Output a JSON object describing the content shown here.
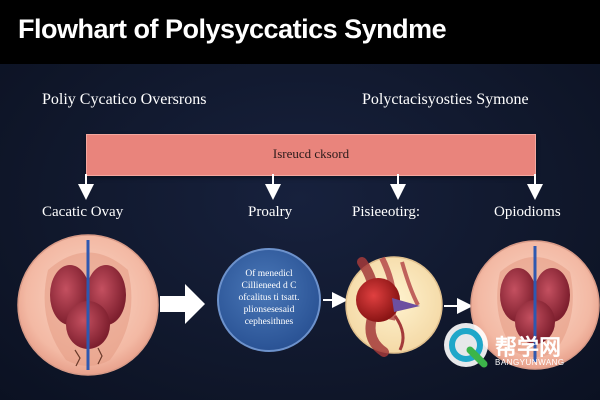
{
  "title": "Flowhart of Polysyccatics Syndme",
  "headings": {
    "left": "Poliy Cycatico Oversrons",
    "right": "Polyctacisyosties Symone"
  },
  "banner": {
    "label": "Isreucd cksord"
  },
  "stage_labels": [
    "Cacatic Ovay",
    "Proalry",
    "Pisieeotirg:",
    "Opiodioms"
  ],
  "info_circle": {
    "lines": [
      "Of menedicl",
      "Cillieneed d C",
      "ofcalitus ti tsatt.",
      "plionsesesaid",
      "cephesithnes"
    ]
  },
  "watermark": {
    "text": "帮学网",
    "subtext": "BANGYUNWANG"
  },
  "colors": {
    "background": "#0f1629",
    "title_bar": "#000000",
    "banner": "#e9847c",
    "organ_bg": "#f6c6b5",
    "info_circle": "#2c5597"
  }
}
